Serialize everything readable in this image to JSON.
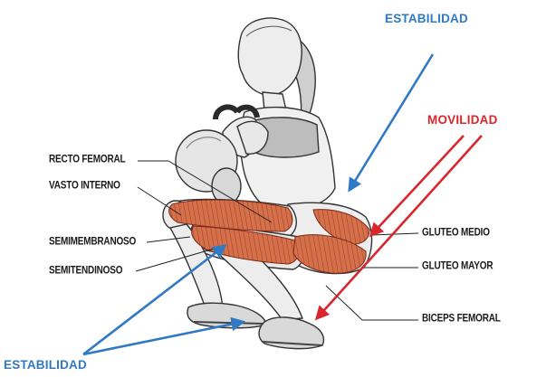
{
  "colors": {
    "stability": "#2f79c5",
    "mobility": "#d9262c",
    "muscle_fill": "#d4714a",
    "muscle_stripe": "#a7402a",
    "leader_line": "#222222"
  },
  "callouts": {
    "stability_top": "ESTABILIDAD",
    "mobility": "MOVILIDAD",
    "stability_bottom": "ESTABILIDAD"
  },
  "muscles": {
    "recto_femoral": "RECTO FEMORAL",
    "vasto_interno": "VASTO INTERNO",
    "semimembranoso": "SEMIMEMBRANOSO",
    "semitendinoso": "SEMITENDINOSO",
    "gluteo_medio": "GLUTEO MEDIO",
    "gluteo_mayor": "GLUTEO MAYOR",
    "biceps_femoral": "BICEPS FEMORAL"
  }
}
